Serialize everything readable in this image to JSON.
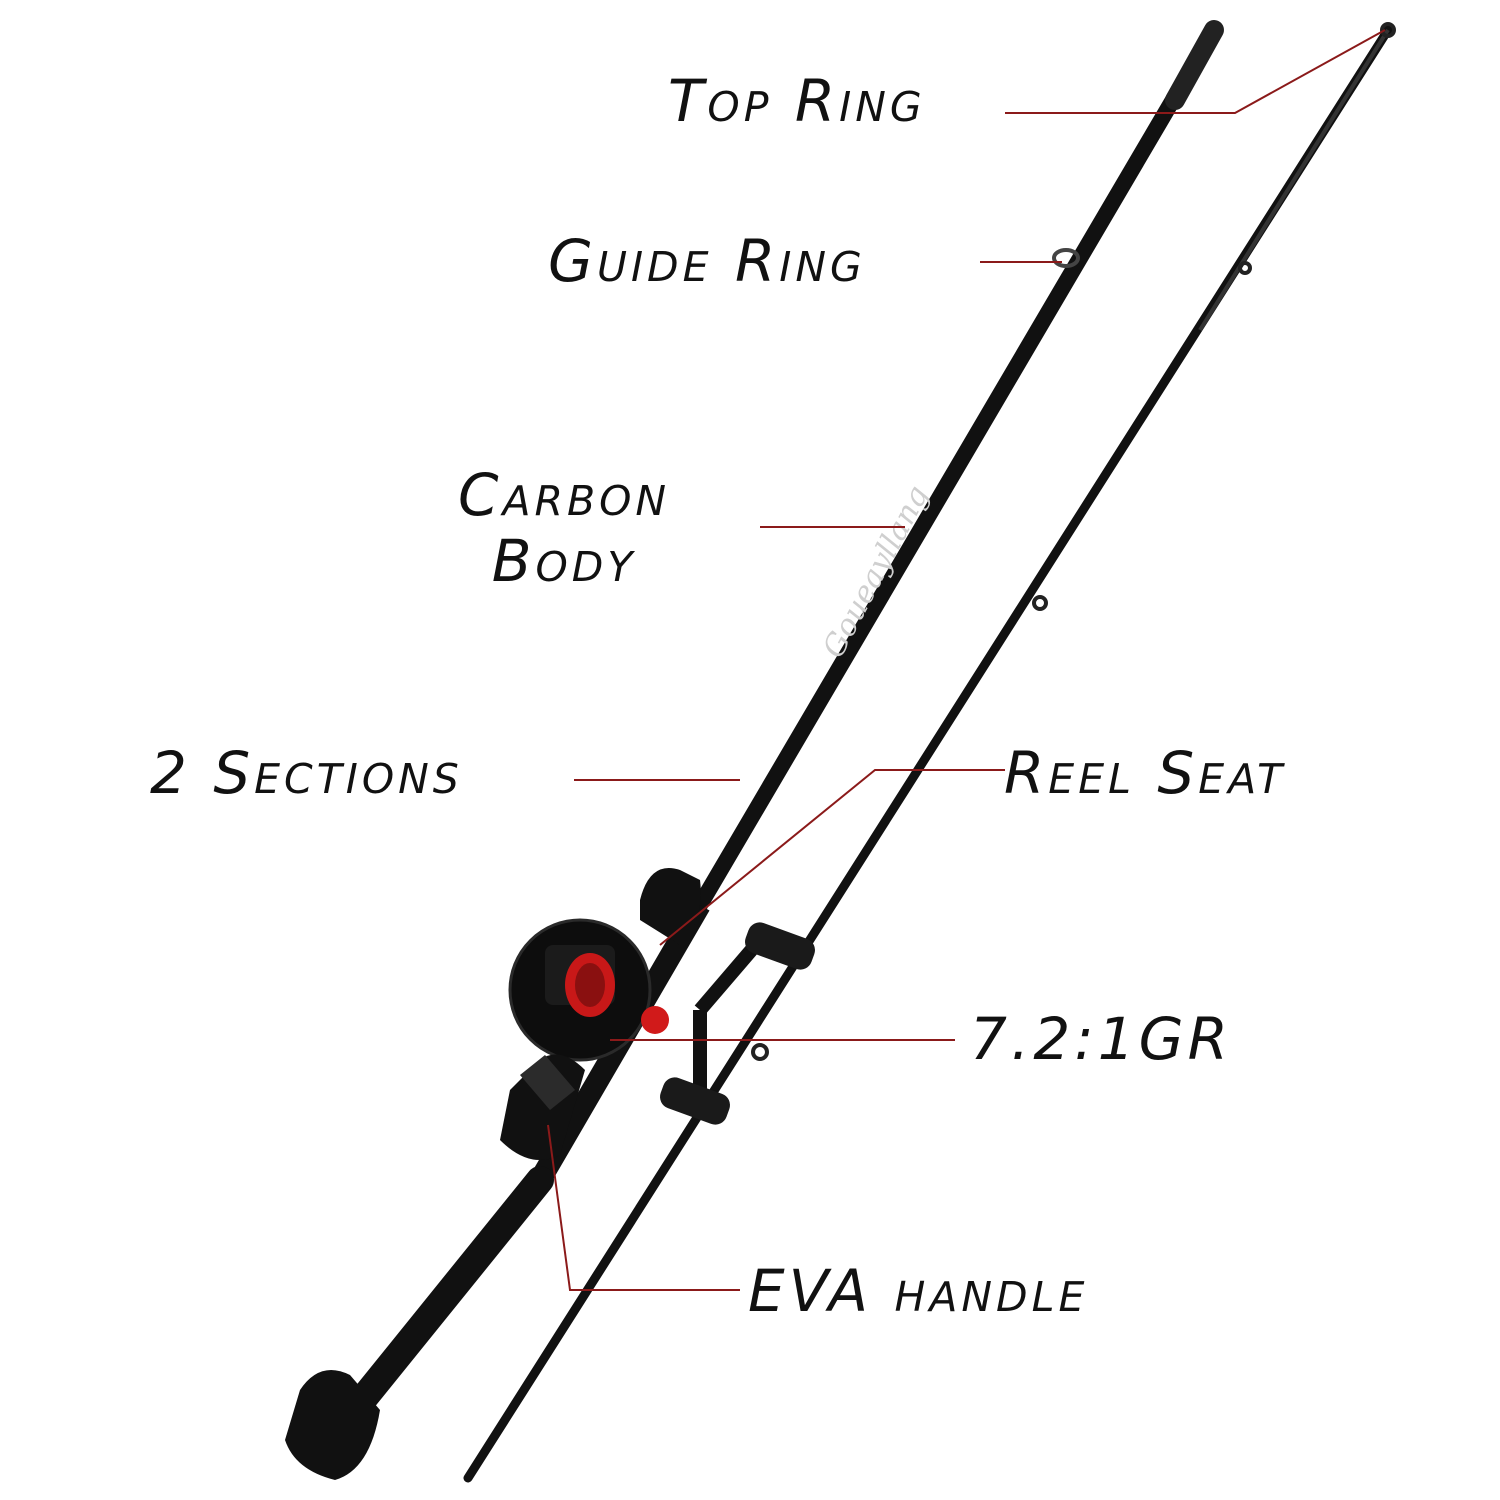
{
  "labels": {
    "top_ring": "Top Ring",
    "guide_ring": "Guide Ring",
    "carbon_body_line1": "Carbon",
    "carbon_body_line2": "Body",
    "sections": "2 Sections",
    "reel_seat": "Reel Seat",
    "gear_ratio": "7.2:1GR",
    "eva_handle": "EVA handle"
  },
  "rod_brand_text": "Goueayllang",
  "colors": {
    "leader_line": "#8b1a1a",
    "rod": "#111111",
    "reel_accent": "#d11a1a",
    "background": "#ffffff"
  }
}
